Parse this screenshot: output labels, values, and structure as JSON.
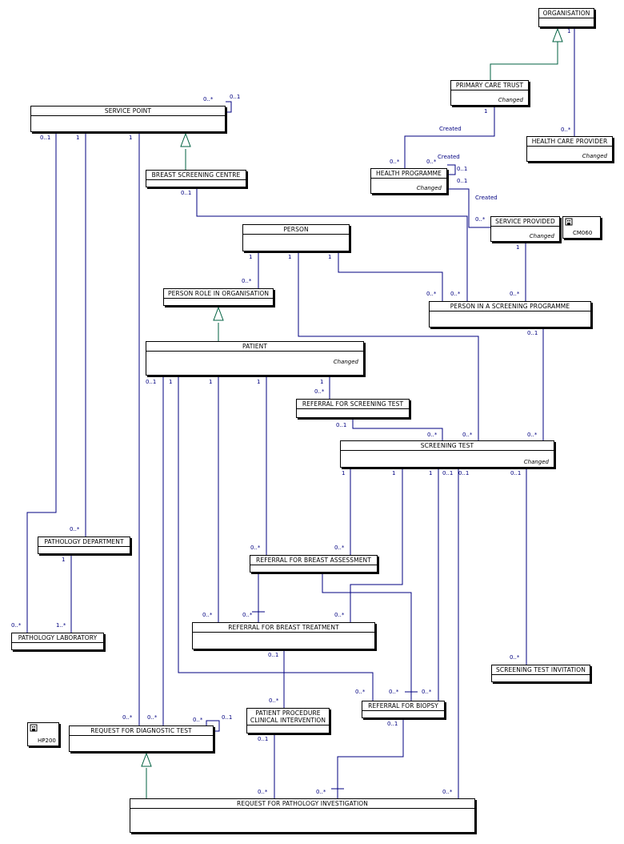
{
  "entities": [
    {
      "id": "organisation",
      "name": "ORGANISATION"
    },
    {
      "id": "primary-care-trust",
      "name": "PRIMARY CARE TRUST",
      "stereotype": "Changed"
    },
    {
      "id": "health-care-provider",
      "name": "HEALTH CARE PROVIDER",
      "stereotype": "Changed"
    },
    {
      "id": "service-point",
      "name": "SERVICE POINT"
    },
    {
      "id": "breast-screening-centre",
      "name": "BREAST SCREENING CENTRE"
    },
    {
      "id": "health-programme",
      "name": "HEALTH PROGRAMME",
      "stereotype": "Changed"
    },
    {
      "id": "service-provided",
      "name": "SERVICE PROVIDED",
      "stereotype": "Changed"
    },
    {
      "id": "person",
      "name": "PERSON"
    },
    {
      "id": "person-role-in-organisation",
      "name": "PERSON ROLE IN ORGANISATION"
    },
    {
      "id": "person-in-a-screening-programme",
      "name": "PERSON IN A SCREENING PROGRAMME"
    },
    {
      "id": "patient",
      "name": "PATIENT",
      "stereotype": "Changed"
    },
    {
      "id": "referral-for-screening-test",
      "name": "REFERRAL FOR SCREENING TEST"
    },
    {
      "id": "screening-test",
      "name": "SCREENING TEST",
      "stereotype": "Changed"
    },
    {
      "id": "pathology-department",
      "name": "PATHOLOGY DEPARTMENT"
    },
    {
      "id": "referral-for-breast-assessment",
      "name": "REFERRAL FOR BREAST ASSESSMENT"
    },
    {
      "id": "pathology-laboratory",
      "name": "PATHOLOGY LABORATORY"
    },
    {
      "id": "referral-for-breast-treatment",
      "name": "REFERRAL FOR BREAST TREATMENT"
    },
    {
      "id": "screening-test-invitation",
      "name": "SCREENING TEST INVITATION"
    },
    {
      "id": "patient-procedure-clinical-intervention",
      "name": "PATIENT PROCEDURE CLINICAL INTERVENTION"
    },
    {
      "id": "referral-for-biopsy",
      "name": "REFERRAL FOR BIOPSY"
    },
    {
      "id": "request-for-diagnostic-test",
      "name": "REQUEST FOR DIAGNOSTIC TEST"
    },
    {
      "id": "request-for-pathology-investigation",
      "name": "REQUEST FOR PATHOLOGY INVESTIGATION"
    }
  ],
  "tags": [
    {
      "id": "cm060",
      "name": "CM060"
    },
    {
      "id": "hp200",
      "name": "HP200"
    }
  ],
  "labels": [
    {
      "text": "1"
    },
    {
      "text": "0..*"
    },
    {
      "text": "1"
    },
    {
      "text": "Created"
    },
    {
      "text": "0..*"
    },
    {
      "text": "0..*"
    },
    {
      "text": "0..1"
    },
    {
      "text": "Created"
    },
    {
      "text": "0..1"
    },
    {
      "text": "0..1"
    },
    {
      "text": "Created"
    },
    {
      "text": "0..*"
    },
    {
      "text": "0..*"
    },
    {
      "text": "0..1"
    },
    {
      "text": "0..1"
    },
    {
      "text": "1"
    },
    {
      "text": "1"
    },
    {
      "text": "0..1"
    },
    {
      "text": "1"
    },
    {
      "text": "1"
    },
    {
      "text": "1"
    },
    {
      "text": "0..*"
    },
    {
      "text": "0..*"
    },
    {
      "text": "0..*"
    },
    {
      "text": "1"
    },
    {
      "text": "0..*"
    },
    {
      "text": "0..1"
    },
    {
      "text": "0..1"
    },
    {
      "text": "1"
    },
    {
      "text": "1"
    },
    {
      "text": "1"
    },
    {
      "text": "1"
    },
    {
      "text": "0..*"
    },
    {
      "text": "0..1"
    },
    {
      "text": "0..*"
    },
    {
      "text": "0..*"
    },
    {
      "text": "1"
    },
    {
      "text": "1"
    },
    {
      "text": "1"
    },
    {
      "text": "0..1"
    },
    {
      "text": "0..1"
    },
    {
      "text": "0..*"
    },
    {
      "text": "0..*"
    },
    {
      "text": "0..*"
    },
    {
      "text": "1"
    },
    {
      "text": "0..*"
    },
    {
      "text": "1..*"
    },
    {
      "text": "0..*"
    },
    {
      "text": "0..*"
    },
    {
      "text": "0..1"
    },
    {
      "text": "0..*"
    },
    {
      "text": "0..*"
    },
    {
      "text": "0..*"
    },
    {
      "text": "0..*"
    },
    {
      "text": "0..*"
    },
    {
      "text": "0..*"
    },
    {
      "text": "0..*"
    },
    {
      "text": "0..1"
    },
    {
      "text": "0..1"
    },
    {
      "text": "0..1"
    },
    {
      "text": "0..*"
    },
    {
      "text": "0..*"
    },
    {
      "text": "0..*"
    },
    {
      "text": "0..*"
    },
    {
      "text": "0..*"
    }
  ],
  "colors": {
    "line": "#000080",
    "generalization": "#006040",
    "border": "#000000"
  }
}
